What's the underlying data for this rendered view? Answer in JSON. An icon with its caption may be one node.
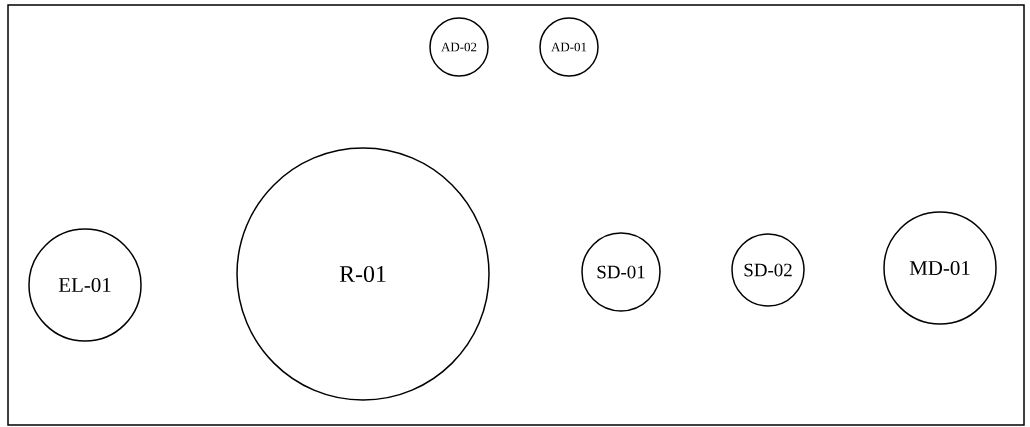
{
  "diagram": {
    "nodes": [
      {
        "text": [
          "AD-02"
        ]
      },
      {
        "text": [
          "AD-01"
        ]
      },
      {
        "text": [
          "EL-01"
        ]
      },
      {
        "text": [
          "R-01"
        ]
      },
      {
        "text": [
          "SD-01"
        ]
      },
      {
        "text": [
          "SD-02"
        ]
      },
      {
        "text": [
          "MD-01"
        ]
      }
    ]
  }
}
